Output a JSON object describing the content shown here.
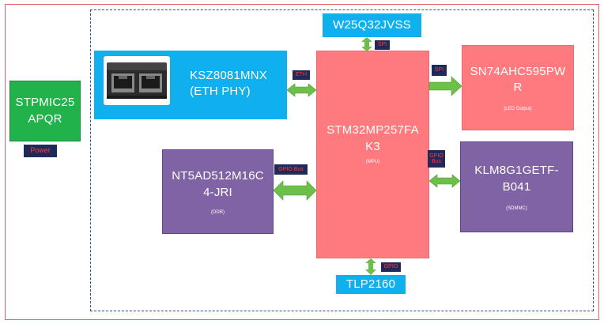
{
  "blocks": {
    "pmic": {
      "name": "STPMIC25\nAPQR",
      "tag": "Power"
    },
    "flash": {
      "name": "W25Q32JVSS"
    },
    "eth_phy": {
      "name": "KSZ8081MNX\n(ETH PHY)"
    },
    "mpu": {
      "name": "STM32MP257FA\nK3",
      "sub": "(MPU)"
    },
    "led_shift": {
      "name": "SN74AHC595PW\nR",
      "sub": "(LED Output)"
    },
    "ddr": {
      "name": "NT5AD512M16C\n4-JRI",
      "sub": "(DDR)"
    },
    "emmc": {
      "name": "KLM8G1GETF-\nB041",
      "sub": "(SDMMC)"
    },
    "tlp": {
      "name": "TLP2160"
    }
  },
  "links": {
    "spi_flash": "SPI",
    "eth": "ETH",
    "spi_led": "SPI",
    "gpio_bus_ddr": "GPIO Bus",
    "gpio_bus_emmc": "GPIO\nBus",
    "gpio": "GPIO"
  },
  "colors": {
    "green": "#22b24c",
    "blue": "#10b0ee",
    "red": "#ff7a7f",
    "purple": "#8063a5",
    "arrow": "#6cc04a",
    "label_bg": "#1f2a5a",
    "label_text": "#ff3b3b"
  },
  "icons": {
    "eth_phy": "ethernet-jack-icon"
  }
}
